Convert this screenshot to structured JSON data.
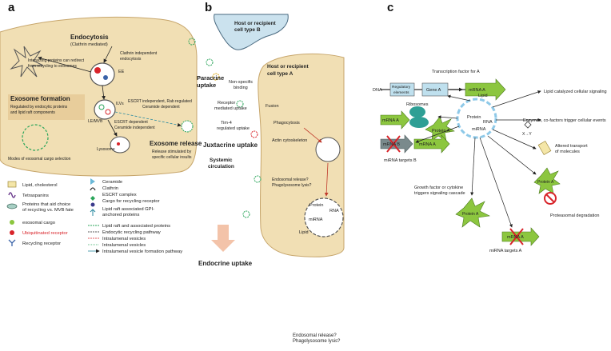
{
  "panels": {
    "a": {
      "letter": "a",
      "endocytosis": "Endocytosis",
      "clathrin_mediated": "(Clathrin mediated)",
      "clathrin_independent": "Clathrin independent",
      "endocytosis2": "endocytosis",
      "interacting_proteins_1": "Interacting proteins  can redirect",
      "interacting_proteins_2": "from recycling to exosomes",
      "ee": "EE",
      "ilvs": "ILVs",
      "le_mvb": "LE/MVB",
      "exosome_formation": "Exosome formation",
      "regulated_1": "Regulated by endocytic proteins",
      "regulated_2": "and lipid raft components",
      "escrt_indep": "ESCRT independent, Rab regulated",
      "ceramide_dep": "Ceramide dependent",
      "escrt_dep": "ESCRT dependent",
      "ceramide_indep": "Ceramide independent",
      "lysosome": "Lysosome",
      "exosome_release": "Exosome release",
      "release_1": "Release stimulated by",
      "release_2": "specific cellular insults",
      "modes": "Modes of exosomal cargo selection"
    },
    "legend": {
      "left": [
        "Lipid, cholesterol",
        "Tetraspanins",
        "Proteins that aid choice",
        "of recycling vs. MVB fate",
        "exosomal cargo",
        "Ubiquitinated receptor",
        "Recycling receptor"
      ],
      "right": [
        "Ceramide",
        "Clathrin",
        "ESCRT complex",
        "Cargo for recycling receptor",
        "Lipid raft associated GPI-",
        "anchored proteins",
        "Lipid raft and associated proteins",
        "Endocytic recycling pathway",
        "Intralumenal vesicles",
        "Intralumenal vesicles",
        "Intralumenal vesicle formation  pathway"
      ],
      "ubiquitinated_color": "#d8242a"
    },
    "b": {
      "letter": "b",
      "host_b_1": "Host or recipient",
      "host_b_2": "cell type B",
      "paracrine": "Paracrine",
      "uptake": "uptake",
      "non_specific_1": "Non-specific",
      "non_specific_2": "binding",
      "fusion": "Fusion",
      "host_a_1": "Host or recipient",
      "host_a_2": "cell type  A",
      "receptor_1": "Receptor",
      "receptor_2": "mediated uptake",
      "phagocytosis": "Phagocytosis",
      "tim4_1": "Tim-4",
      "tim4_2": "regulated uptake",
      "actin": "Actin cytoskeleton",
      "juxtacrine": "Juxtacrine uptake",
      "systemic_1": "Systemic",
      "systemic_2": "circulation",
      "endosomal_1": "Endosomal release?",
      "endosomal_2": "Phagolysosome lysis?",
      "protein": "Protein",
      "rna": "RNA",
      "mirna": "miRNA",
      "lipid": "Lipid",
      "endocrine": "Endocrine uptake"
    },
    "c": {
      "letter": "c",
      "transcription": "Transcription factor for A",
      "dna": "DNA",
      "regulatory_1": "Regulatory",
      "regulatory_2": "elements",
      "gene_a": "Gene A",
      "mrna_a": "mRNA A",
      "lipid": "Lipid",
      "lipid_signal": "Lipid catalyzed cellular signaling",
      "ribosomes": "Ribosomes",
      "protein_a": "Protein A",
      "protein": "Protein",
      "rna": "RNA",
      "mirna": "miRNA",
      "enzymes": "Enzymes, co-factors trigger cellular events",
      "x_to_y": "X→Y",
      "mrna_b": "mRNA B",
      "mirna_targets_b": "miRNA targets B",
      "altered_1": "Altered transport",
      "altered_2": "of molecules",
      "growth_1": "Growth factor or cytokine",
      "growth_2": "triggers signaling cascade",
      "proteasomal": "Proteasomal degradation",
      "mirna_targets_a": "miRNA targets A",
      "arrow_green": "#8cc63f",
      "membrane_blue": "#8ec9e8"
    }
  },
  "footer": {
    "line1": "Endosomal release?",
    "line2": "Phagolysosome lysis?"
  }
}
